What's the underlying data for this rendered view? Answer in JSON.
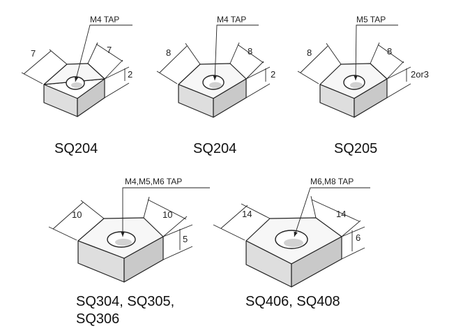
{
  "parts": [
    {
      "id": "sq204-a",
      "tap": "M4 TAP",
      "dim_left": "7",
      "dim_right": "7",
      "dim_height": "2",
      "names": [
        "SQ204"
      ]
    },
    {
      "id": "sq204-b",
      "tap": "M4 TAP",
      "dim_left": "8",
      "dim_right": "8",
      "dim_height": "2",
      "names": [
        "SQ204"
      ]
    },
    {
      "id": "sq205",
      "tap": "M5 TAP",
      "dim_left": "8",
      "dim_right": "8",
      "dim_height": "2or3",
      "names": [
        "SQ205"
      ]
    },
    {
      "id": "sq304",
      "tap": "M4,M5,M6 TAP",
      "dim_left": "10",
      "dim_right": "10",
      "dim_height": "5",
      "names": [
        "SQ304, SQ305,",
        "SQ306"
      ]
    },
    {
      "id": "sq406",
      "tap": "M6,M8 TAP",
      "dim_left": "14",
      "dim_right": "14",
      "dim_height": "6",
      "names": [
        "SQ406, SQ408"
      ]
    }
  ]
}
